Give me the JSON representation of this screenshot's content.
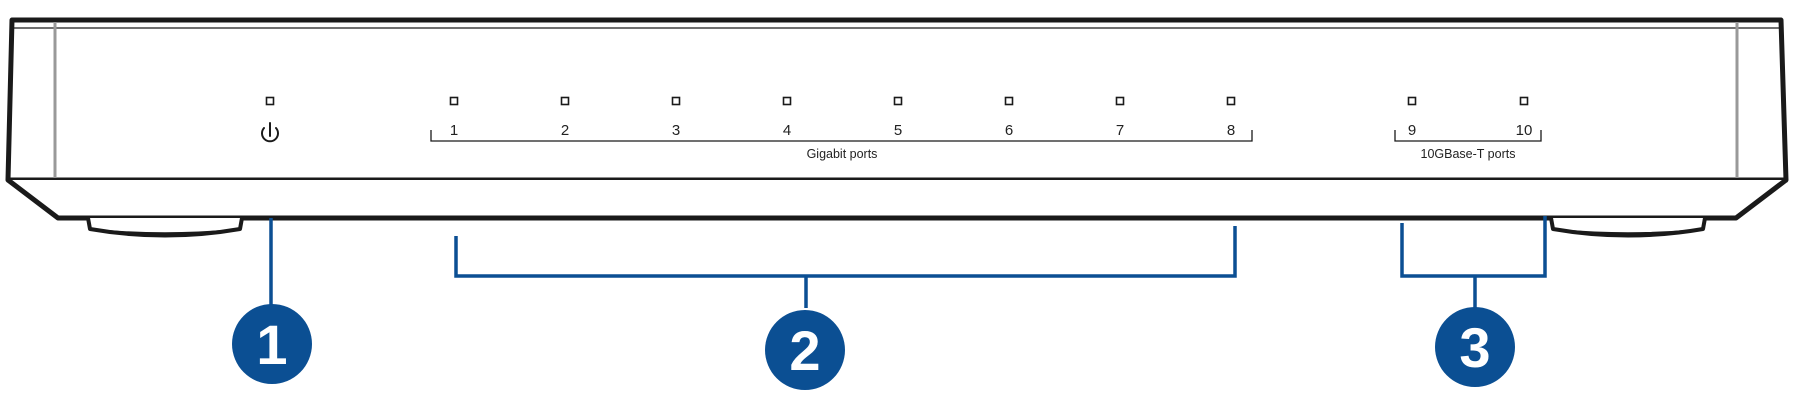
{
  "power_symbol": "power-icon",
  "gigabit_ports": {
    "numbers": [
      "1",
      "2",
      "3",
      "4",
      "5",
      "6",
      "7",
      "8"
    ],
    "label": "Gigabit ports"
  },
  "ten_g_ports": {
    "numbers": [
      "9",
      "10"
    ],
    "label": "10GBase-T ports"
  },
  "callouts": {
    "power": "1",
    "gigabit": "2",
    "ten_g": "3"
  },
  "colors": {
    "callout": "#0b4f93",
    "outline": "#1a1a1a"
  }
}
